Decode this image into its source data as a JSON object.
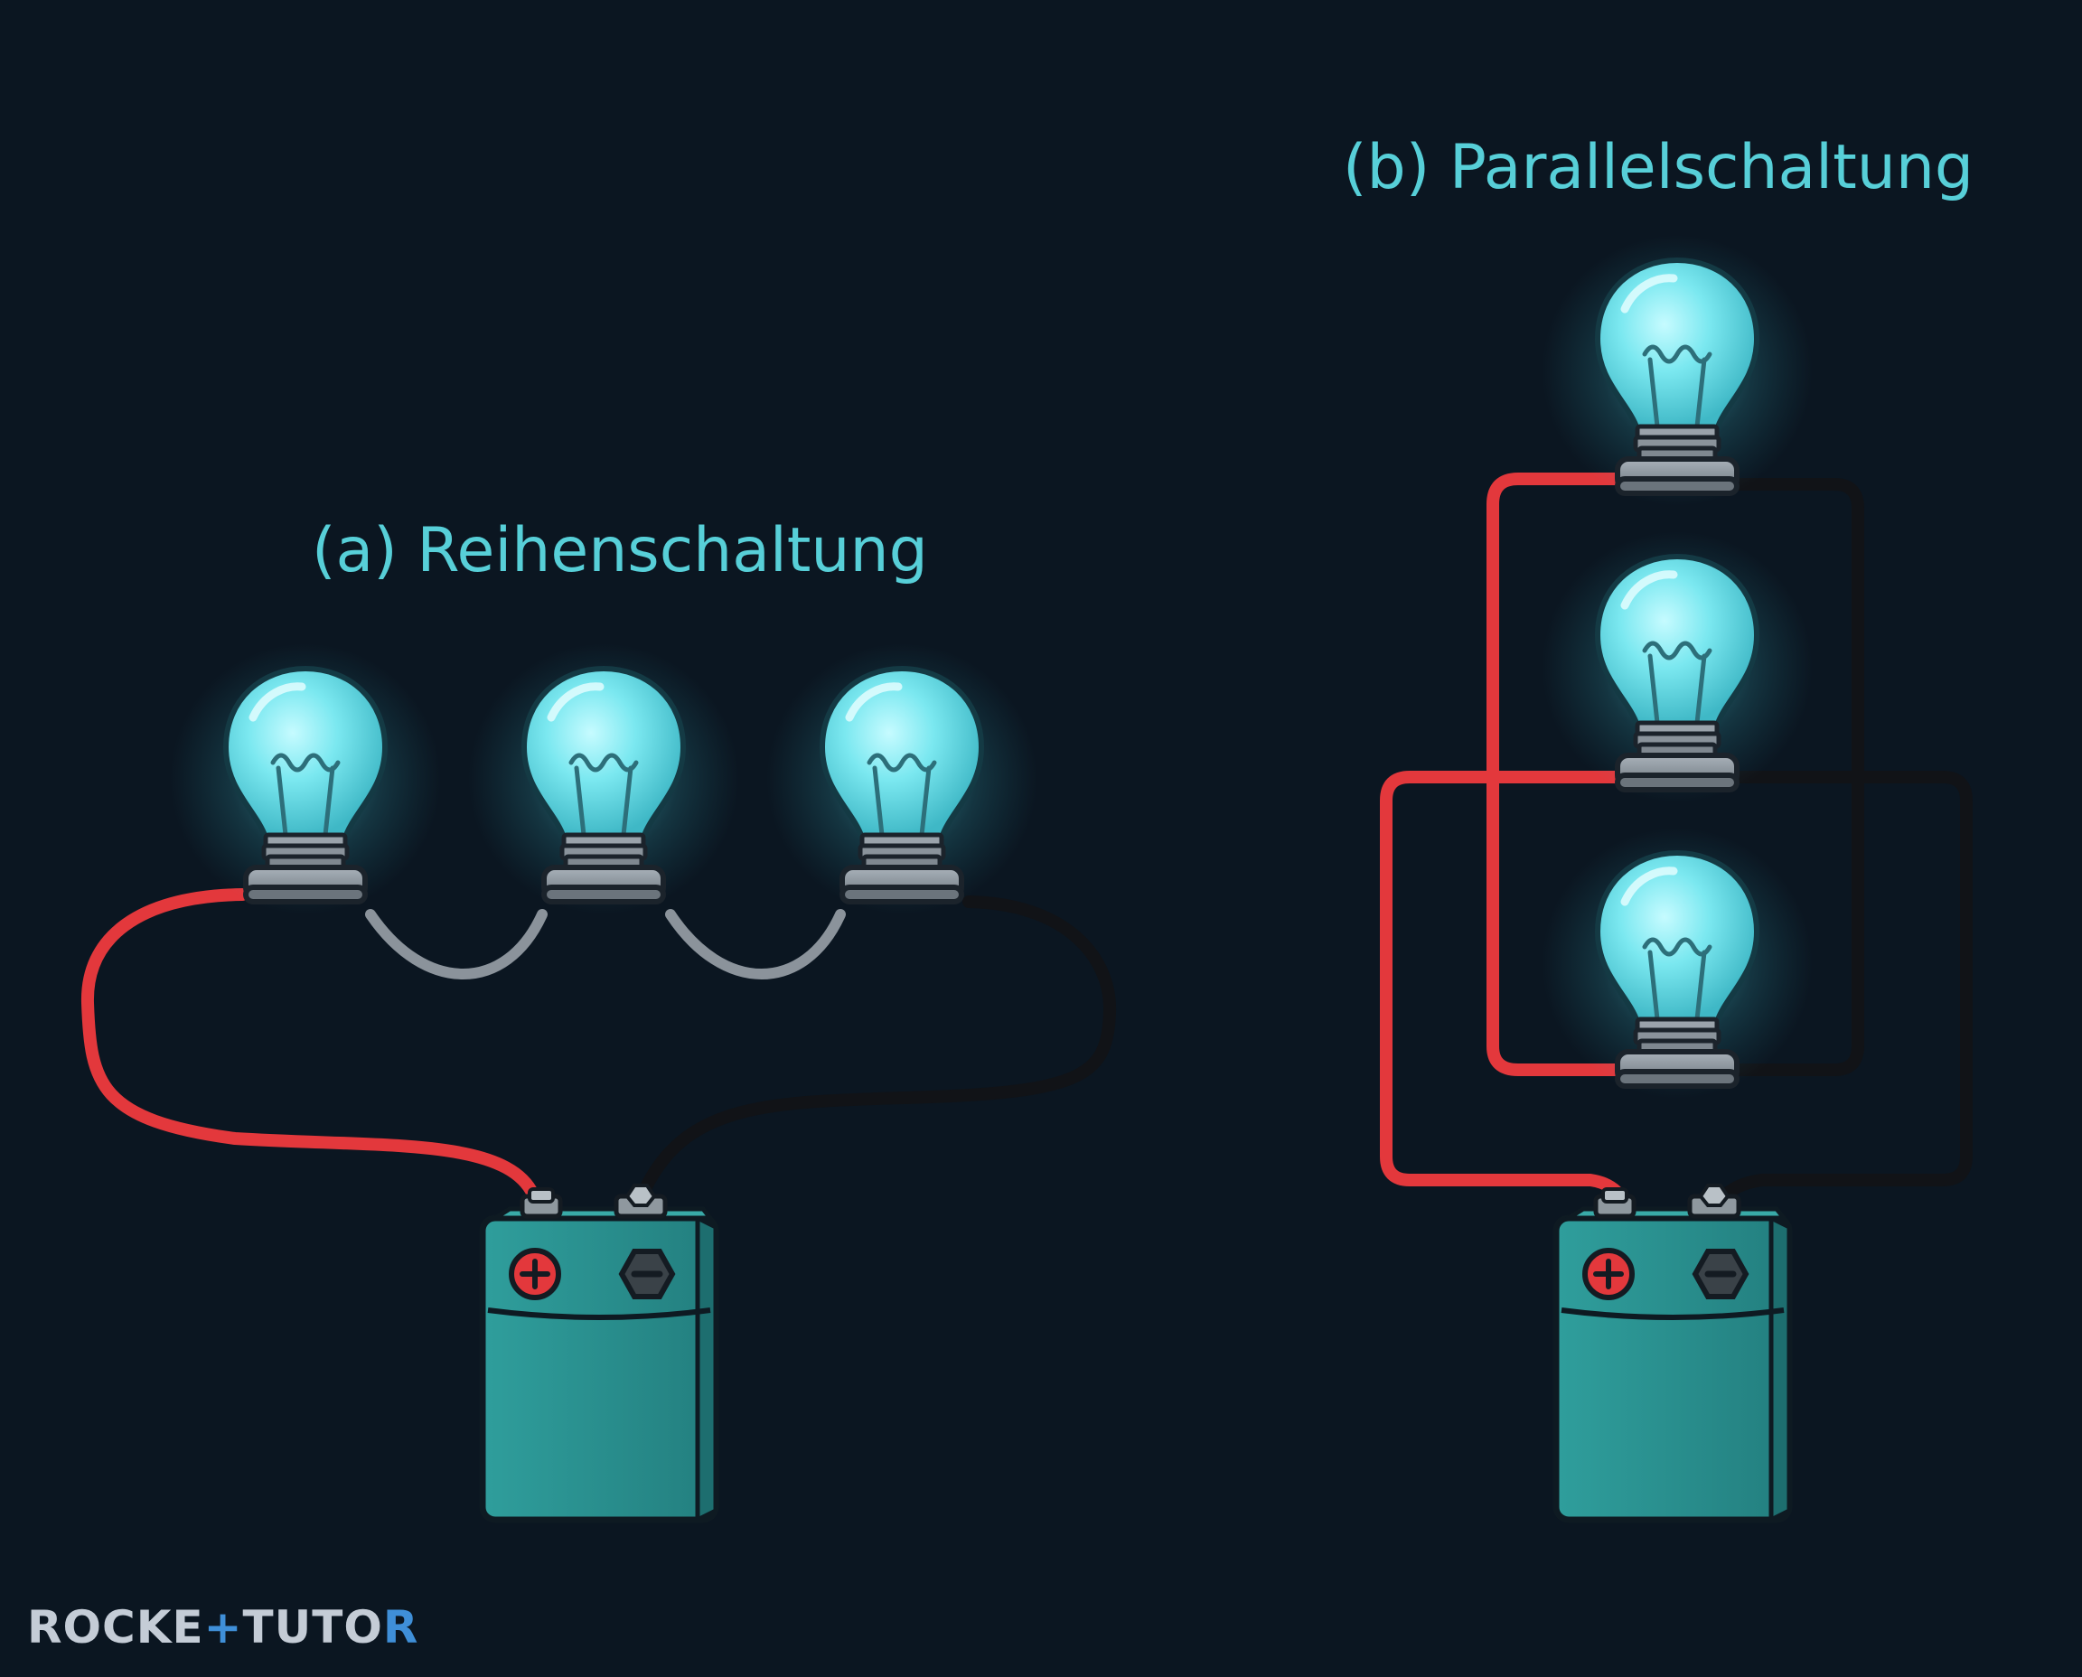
{
  "diagram": {
    "series_label": "(a) Reihenschaltung",
    "parallel_label": "(b) Parallelschaltung"
  },
  "battery": {
    "plus_symbol": "+",
    "minus_symbol": "−"
  },
  "brand": {
    "part1": "ROCKE",
    "part2": "+",
    "part3": "TUTO",
    "part4": "R"
  },
  "colors": {
    "background": "#0b1621",
    "label": "#57cfd8",
    "bulb_glass": "#74e3ec",
    "battery": "#2a9a98",
    "wire_positive": "#e3383c",
    "wire_negative": "#111317",
    "wire_neutral": "#8b939b"
  },
  "icons": [
    "light-bulb-icon",
    "battery-icon",
    "plus-terminal-icon",
    "minus-terminal-icon"
  ]
}
